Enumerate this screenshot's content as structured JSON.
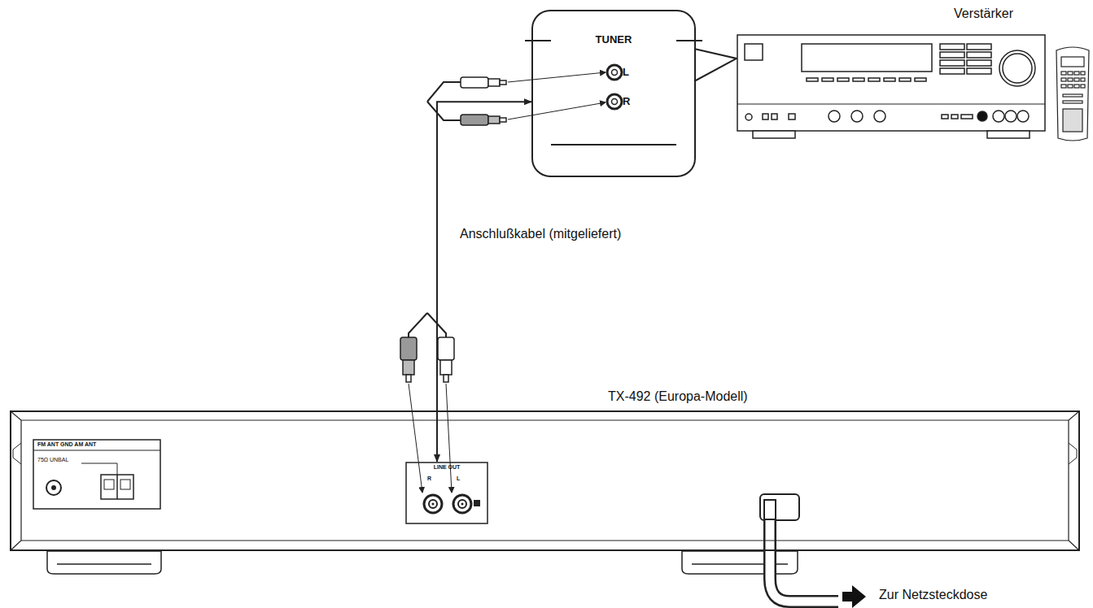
{
  "diagram": {
    "nodes": [
      {
        "text": [
          "TUNER",
          "L",
          "R"
        ]
      },
      {
        "text": [
          "Verstärker"
        ]
      },
      {
        "text": [
          "TX-492 (Europa-Modell)"
        ]
      },
      {
        "text": [
          "FM ANT GND AM ANT",
          "75Ω UNBAL"
        ],
        "in": 2
      },
      {
        "text": [
          "LINE OUT",
          "R",
          "L"
        ],
        "in": 2
      }
    ],
    "edges": [
      {
        "from": 4,
        "to": 0,
        "label": "Anschlußkabel (mitgeliefert)",
        "arrow": "both"
      }
    ],
    "labels": [
      "Zur Netzsteckdose"
    ]
  }
}
